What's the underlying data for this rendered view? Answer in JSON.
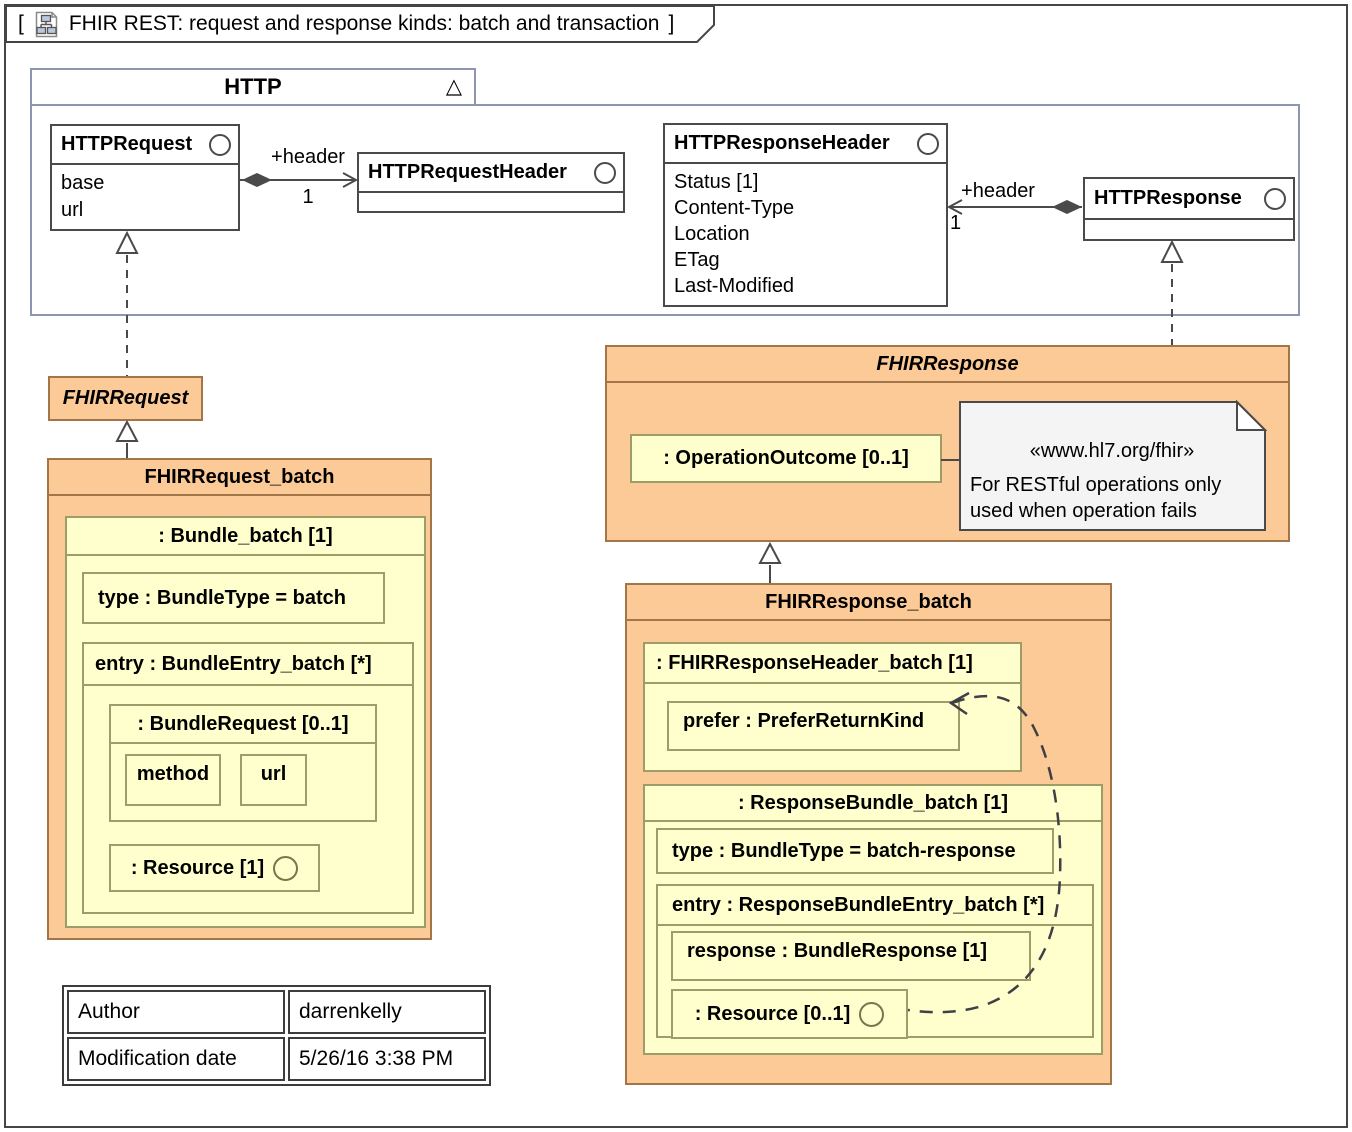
{
  "frame": {
    "bracket_open": "[",
    "bracket_close": "]",
    "title": "FHIR REST: request and response kinds: batch and transaction"
  },
  "http_package": {
    "name": "HTTP",
    "marker": "△",
    "classes": {
      "http_request": {
        "name": "HTTPRequest",
        "attributes": [
          "base",
          "url"
        ]
      },
      "http_request_header": {
        "name": "HTTPRequestHeader"
      },
      "http_response_header": {
        "name": "HTTPResponseHeader",
        "attributes": [
          "Status [1]",
          "Content-Type",
          "Location",
          "ETag",
          "Last-Modified"
        ]
      },
      "http_response": {
        "name": "HTTPResponse"
      }
    },
    "associations": {
      "request_header": {
        "label": "+header",
        "multiplicity": "1"
      },
      "response_header": {
        "label": "+header",
        "multiplicity": "1"
      }
    }
  },
  "fhir_request": {
    "name": "FHIRRequest"
  },
  "fhir_request_batch": {
    "name": "FHIRRequest_batch",
    "bundle": {
      "name": ": Bundle_batch [1]",
      "type": "type : BundleType = batch",
      "entry": {
        "name": "entry : BundleEntry_batch [*]",
        "bundle_request": {
          "name": ": BundleRequest [0..1]",
          "method": "method",
          "url": "url"
        },
        "resource": ": Resource [1]"
      }
    }
  },
  "fhir_response": {
    "name": "FHIRResponse",
    "operation_outcome": ": OperationOutcome [0..1]",
    "note": {
      "stereotype": "«www.hl7.org/fhir»",
      "line1": "For RESTful operations only",
      "line2": "used when operation fails"
    }
  },
  "fhir_response_batch": {
    "name": "FHIRResponse_batch",
    "header": {
      "name": ": FHIRResponseHeader_batch [1]",
      "prefer": "prefer : PreferReturnKind"
    },
    "bundle": {
      "name": ": ResponseBundle_batch [1]",
      "type": "type : BundleType = batch-response",
      "entry": {
        "name": "entry : ResponseBundleEntry_batch [*]",
        "response": "response : BundleResponse [1]",
        "resource": ": Resource [0..1]"
      }
    }
  },
  "info_table": {
    "rows": [
      [
        "Author",
        "darrenkelly"
      ],
      [
        "Modification date",
        "5/26/16 3:38 PM"
      ]
    ]
  },
  "colors": {
    "orange_fill": "#FCCA96",
    "orange_border": "#A3764A",
    "yellow_fill": "#FFFFCD",
    "yellow_border": "#9D9D68",
    "package_border": "#8C96B0",
    "class_border": "#4A4A4A",
    "note_fill": "#F4F4F4"
  }
}
